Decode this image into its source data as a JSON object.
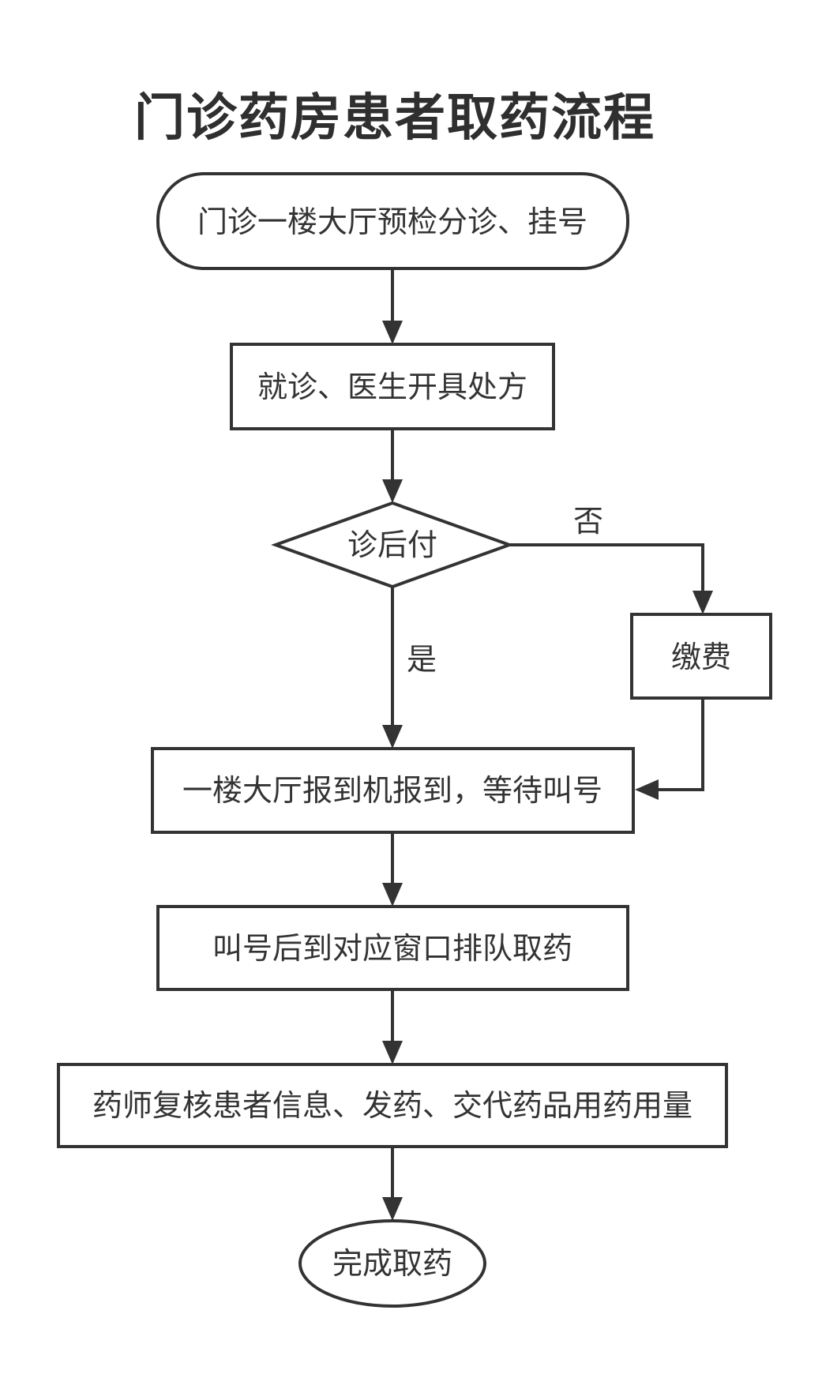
{
  "title": "门诊药房患者取药流程",
  "nodes": {
    "registration": "门诊一楼大厅预检分诊、挂号",
    "consultation": "就诊、医生开具处方",
    "pay_after_decision": "诊后付",
    "payment": "缴费",
    "check_in": "一楼大厅报到机报到，等待叫号",
    "queue": "叫号后到对应窗口排队取药",
    "pharmacist": "药师复核患者信息、发药、交代药品用药用量",
    "done": "完成取药"
  },
  "edge_labels": {
    "no": "否",
    "yes": "是"
  }
}
